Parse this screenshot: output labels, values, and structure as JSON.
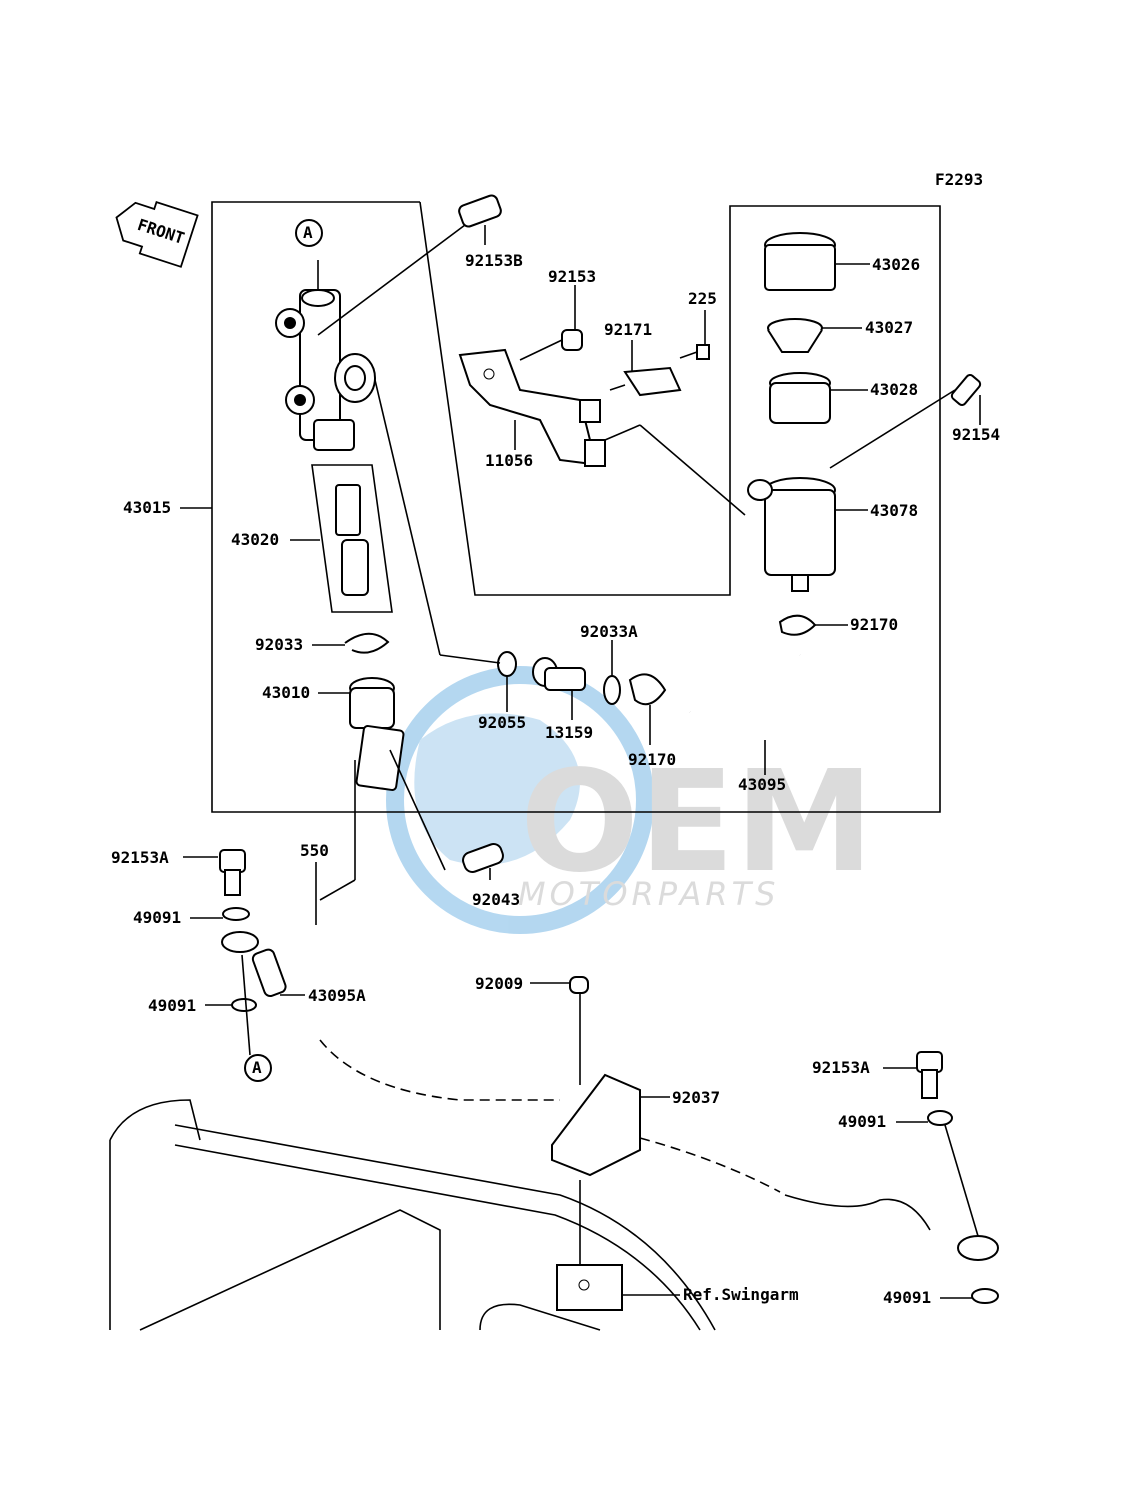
{
  "figure_code": "F2293",
  "direction_arrow": "FRONT",
  "ref_label": "Ref.Swingarm",
  "watermark": {
    "line1": "OEM",
    "line2": "MOTORPARTS"
  },
  "connector_a": "A",
  "parts": {
    "p92153B": "92153B",
    "p92153": "92153",
    "p92171": "92171",
    "p225": "225",
    "p11056": "11056",
    "p43026": "43026",
    "p43027": "43027",
    "p43028": "43028",
    "p92154": "92154",
    "p43078": "43078",
    "p43015": "43015",
    "p43020": "43020",
    "p92033": "92033",
    "p92033A": "92033A",
    "p92170a": "92170",
    "p92170b": "92170",
    "p43010": "43010",
    "p92055": "92055",
    "p13159": "13159",
    "p43095": "43095",
    "p92153A_left": "92153A",
    "p550": "550",
    "p92043": "92043",
    "p49091_a": "49091",
    "p49091_b": "49091",
    "p43095A": "43095A",
    "p92009": "92009",
    "p92037": "92037",
    "p92153A_right": "92153A",
    "p49091_c": "49091",
    "p49091_d": "49091"
  }
}
